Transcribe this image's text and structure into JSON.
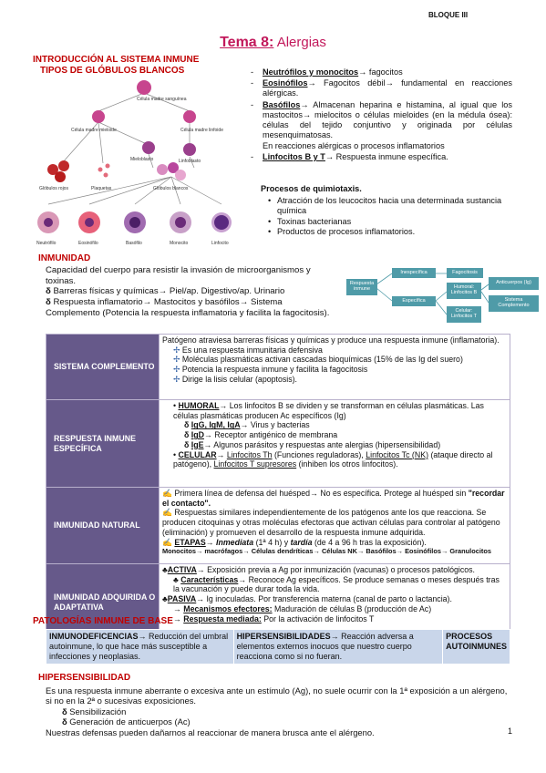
{
  "header": {
    "bloque": "BLOQUE III"
  },
  "title": {
    "tema": "Tema 8:",
    "name": "Alergias"
  },
  "intro": {
    "heading": "INTRODUCCIÓN AL SISTEMA INMUNE",
    "subheading": "TIPOS DE GLÓBULOS BLANCOS"
  },
  "figure": {
    "labels": {
      "stem": "Célula madre sanguínea",
      "myeloid": "Célula madre mieloide",
      "lymphoid": "Célula madre linfoide",
      "myeloblast": "Mieloblasto",
      "lymphoblast": "Linfoblasto",
      "rbc": "Glóbulos rojos",
      "platelets": "Plaquetas",
      "wbc": "Glóbulos blancos",
      "neutrofilo": "Neutrófilo",
      "eosinofilo": "Eosinófilo",
      "basofilo": "Basófilo",
      "monocito": "Monocito",
      "linfocito": "Linfocito"
    }
  },
  "types": {
    "neut": {
      "term": "Neutrófilos y monocitos",
      "text": "fagocitos"
    },
    "eos": {
      "term": "Eosinófilos",
      "text": "Fagocitos débil→ fundamental en reacciones alérgicas."
    },
    "bas": {
      "term": "Basófilos",
      "text": "Almacenan heparina e histamina, al igual que los mastocitos→ mielocitos o células mieloides (en la médula ósea): células del tejido conjuntivo y originada por células mesenquimatosas.",
      "extra": "En reacciones alérgicas o procesos inflamatorios"
    },
    "lin": {
      "term": "Linfocitos B y T",
      "text": "Respuesta inmune específica."
    }
  },
  "quimiotaxis": {
    "title": "Procesos de quimiotaxis.",
    "items": [
      "Atracción de los leucocitos hacia una determinada sustancia química",
      "Toxinas bacterianas",
      "Productos de procesos inflamatorios."
    ]
  },
  "inmunidad": {
    "heading": "INMUNIDAD",
    "p1": "Capacidad del cuerpo para resistir la invasión de microorganismos y toxinas.",
    "b1": "Barreras físicas y químicas→ Piel/ap. Digestivo/ap. Urinario",
    "b2": "Respuesta inflamatorio→ Mastocitos y basófilos→ Sistema Complemento (Potencia la respuesta inflamatoria y facilita la fagocitosis)."
  },
  "flow": {
    "resp": "Respuesta inmune",
    "inesp": "Inespecífica",
    "fago": "Fagocitosis",
    "esp": "Específica",
    "humoral": "Humoral: Linfocitos B",
    "celular": "Celular: Linfocitos T",
    "antic": "Anticuerpos (Ig)",
    "sist": "Sistema Complemento"
  },
  "table": {
    "complemento": {
      "label": "SISTEMA COMPLEMENTO",
      "p": "Patógeno atraviesa barreras físicas y químicas y produce una respuesta inmune (inflamatoria).",
      "items": [
        "Es una respuesta inmunitaria defensiva",
        "Moléculas plasmáticas activan cascadas bioquímicas (15% de las Ig del suero)",
        "Potencia la respuesta inmune y facilita la fagocitosis",
        "Dirige la lisis celular (apoptosis)."
      ]
    },
    "especifica": {
      "label": "RESPUESTA INMUNE ESPECÍFICA",
      "humoral": "HUMORAL",
      "humoral_text": "Los linfocitos B se dividen y se transforman en células plasmáticas. Las células plasmáticas producen Ac específicos (Ig)",
      "igg": "IgG, IgM, IgA",
      "igg_t": "Virus y bacterias",
      "igd": "IgD",
      "igd_t": "Receptor antigénico de membrana",
      "ige": "IgE",
      "ige_t": "Algunos parásitos y respuestas ante alergias (hipersensibilidad)",
      "celular": "CELULAR",
      "celular_a": "Linfocitos Th",
      "celular_b": "(Funciones reguladoras),",
      "celular_c": "Linfocitos Tc (NK)",
      "celular_d": "(ataque directo al patógeno),",
      "celular_e": "Linfocitos T supresores",
      "celular_f": "(inhiben los otros linfocitos)."
    },
    "natural": {
      "label": "INMUNIDAD NATURAL",
      "l1": "Primera línea de defensa del huésped→ No es específica. Protege al huésped sin",
      "l1q": "\"recordar el contacto\".",
      "l2": "Respuestas similares independientemente de los patógenos ante los que reacciona. Se producen citoquinas y otras moléculas efectoras que activan células para controlar al patógeno (eliminación) y promueven el desarrollo de la respuesta inmune adquirida.",
      "etapas": "ETAPAS",
      "immediata": "Inmediata",
      "t1": "(1ª 4 h) y",
      "tardia": "tardía",
      "t2": "(de 4 a 96 h tras la exposición).",
      "cells": "Monocitos→ macrófagos→ Células dendríticas→ Células NK→ Basófilos→ Eosinófilos→ Granulocitos"
    },
    "adquirida": {
      "label": "INMUNIDAD ADQUIRIDA O ADAPTATIVA",
      "activa": "ACTIVA",
      "activa_t": "Exposición previa a Ag por inmunización (vacunas) o procesos patológicos.",
      "car": "Características",
      "car_t": "Reconoce Ag específicos. Se produce semanas o meses después tras la vacunación y puede durar toda la vida.",
      "pasiva": "PASIVA",
      "pasiva_t": "Ig inoculadas. Por transferencia materna (canal de parto o lactancia).",
      "mec": "Mecanismos efectores:",
      "mec_t": "Maduración de células B (producción de Ac)",
      "med": "Respuesta mediada:",
      "med_t": "Por la activación de linfocitos T"
    }
  },
  "patologias": {
    "heading": "PATOLOGÍAS INMUNE DE BASE",
    "c1t": "INMUNODEFICENCIAS",
    "c1": "Reducción del umbral autoinmune, lo que hace más susceptible a infecciones y neoplasias.",
    "c2t": "HIPERSENSIBILIDADES",
    "c2": "Reacción adversa a elementos externos inocuos que nuestro cuerpo reacciona como si no fueran.",
    "c3t": "PROCESOS AUTOINMUNES"
  },
  "hiper": {
    "heading": "HIPERSENSIBILIDAD",
    "p1": "Es una respuesta inmune aberrante o excesiva ante un estímulo (Ag), no suele ocurrir con la 1ª exposición a un alérgeno, si no en la 2ª o sucesivas exposiciones.",
    "s1": "Sensibilización",
    "s2": "Generación de anticuerpos (Ac)",
    "p2": "Nuestras defensas pueden dañarnos al reaccionar de manera brusca ante el alérgeno."
  },
  "page": {
    "number": "1"
  }
}
